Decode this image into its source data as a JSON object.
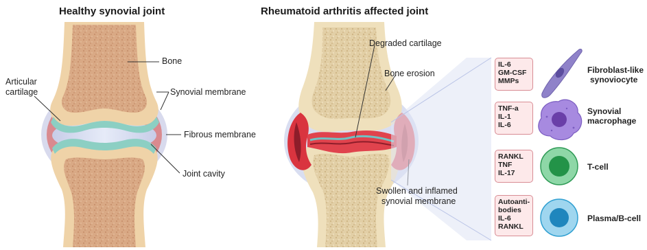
{
  "titles": {
    "healthy": "Healthy synovial joint",
    "ra": "Rheumatoid arthritis affected joint"
  },
  "healthy_labels": {
    "bone": "Bone",
    "articular_1": "Articular",
    "articular_2": "cartilage",
    "synovial_membrane": "Synovial membrane",
    "fibrous_membrane": "Fibrous membrane",
    "joint_cavity": "Joint cavity"
  },
  "ra_labels": {
    "degraded_cartilage": "Degraded cartilage",
    "bone_erosion": "Bone erosion",
    "swollen_1": "Swollen and inflamed",
    "swollen_2": "synovial membrane"
  },
  "cytokine_boxes": [
    {
      "lines": [
        "IL-6",
        "GM-CSF",
        "MMPs"
      ]
    },
    {
      "lines": [
        "TNF-a",
        "IL-1",
        "IL-6"
      ]
    },
    {
      "lines": [
        "RANKL",
        "TNF",
        "IL-17"
      ]
    },
    {
      "lines": [
        "Autoanti-",
        "bodies",
        "IL-6",
        "RANKL"
      ]
    }
  ],
  "cells": [
    {
      "line1": "Fibroblast-like",
      "line2": "synoviocyte"
    },
    {
      "line1": "Synovial",
      "line2": "macrophage"
    },
    {
      "line1": "T-cell",
      "line2": ""
    },
    {
      "line1": "Plasma/B-cell",
      "line2": ""
    }
  ],
  "colors": {
    "bone": "#e8c9a4",
    "marrow": "#d8a57e",
    "cartilage": "#a9d9d2",
    "synovium": "#d98a8f",
    "inflamed": "#d9343f",
    "fibrous": "#b9c3e6",
    "box_fill": "#fde9ea",
    "tcell": "#2faa5a",
    "bcell": "#2f9fd1",
    "macrophage": "#8a63c4"
  }
}
